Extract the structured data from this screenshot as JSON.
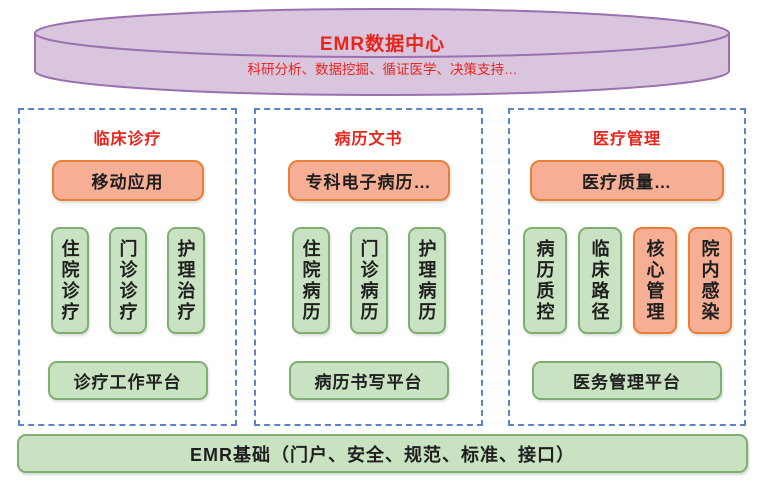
{
  "colors": {
    "cylinder_fill": "#dac5de",
    "cylinder_stroke": "#9b70af",
    "column_dashed_border": "#5c82c8",
    "green_fill": "#c9e3c2",
    "green_stroke": "#7fae73",
    "orange_fill": "#f6ae95",
    "orange_stroke": "#ea7e35",
    "red_text": "#e8251c",
    "dark_text": "#1f1f1f"
  },
  "datacenter": {
    "title": "EMR数据中心",
    "subtitle": "科研分析、数据挖掘、循证医学、决策支持…"
  },
  "columns": [
    {
      "title": "临床诊疗",
      "top_box": {
        "label": "移动应用",
        "variant": "orange"
      },
      "vertical_boxes": [
        {
          "label": "住院诊疗",
          "variant": "green"
        },
        {
          "label": "门诊诊疗",
          "variant": "green"
        },
        {
          "label": "护理治疗",
          "variant": "green"
        }
      ],
      "platform": "诊疗工作平台"
    },
    {
      "title": "病历文书",
      "top_box": {
        "label": "专科电子病历…",
        "variant": "orange"
      },
      "vertical_boxes": [
        {
          "label": "住院病历",
          "variant": "green"
        },
        {
          "label": "门诊病历",
          "variant": "green"
        },
        {
          "label": "护理病历",
          "variant": "green"
        }
      ],
      "platform": "病历书写平台"
    },
    {
      "title": "医疗管理",
      "top_box": {
        "label": "医疗质量…",
        "variant": "orange"
      },
      "vertical_boxes": [
        {
          "label": "病历质控",
          "variant": "green"
        },
        {
          "label": "临床路径",
          "variant": "green"
        },
        {
          "label": "核心管理",
          "variant": "orange"
        },
        {
          "label": "院内感染",
          "variant": "orange"
        }
      ],
      "platform": "医务管理平台"
    }
  ],
  "foundation": {
    "label": "EMR基础（门户、安全、规范、标准、接口）"
  }
}
